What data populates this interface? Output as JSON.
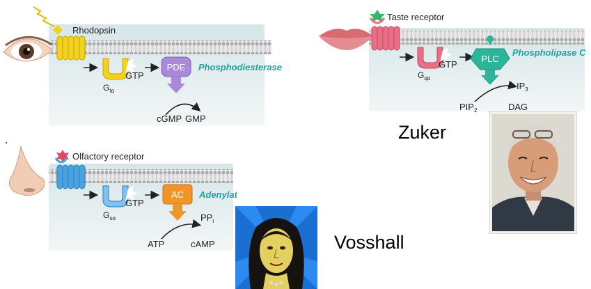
{
  "vision": {
    "receptor": "Rhodopsin",
    "g_protein": "G",
    "g_sub": "tα",
    "gtp": "GTP",
    "effector": "PDE",
    "effector_name": "Phosphodiesterase",
    "substrate": "cGMP",
    "product": "GMP"
  },
  "smell": {
    "receptor": "Olfactory receptor",
    "g_protein": "G",
    "g_sub": "sα",
    "gtp": "GTP",
    "effector": "AC",
    "effector_name": "Adenylate cyclase",
    "substrate": "ATP",
    "product": "cAMP",
    "byproduct": "PP",
    "byproduct_sub": "i"
  },
  "taste": {
    "receptor": "Taste receptor",
    "g_protein": "G",
    "g_sub": "qα",
    "gtp": "GTP",
    "effector": "PLC",
    "effector_name": "Phospholipase C",
    "substrate": "PIP",
    "substrate_sub": "2",
    "product1": "IP",
    "product1_sub": "3",
    "product2": "DAG"
  },
  "people": {
    "zuker": "Zuker",
    "vosshall": "Vosshall"
  },
  "colors": {
    "membrane": "#c9c9c9",
    "panel_bg": "#dfe9ea",
    "effector_label": "#1aa6a0",
    "rhodopsin": "#f2d11f",
    "pde": "#a88ad8",
    "olfactory": "#4aa3e0",
    "ac": "#f0952a",
    "taste_receptor": "#e86f86",
    "plc": "#2bb59a"
  }
}
